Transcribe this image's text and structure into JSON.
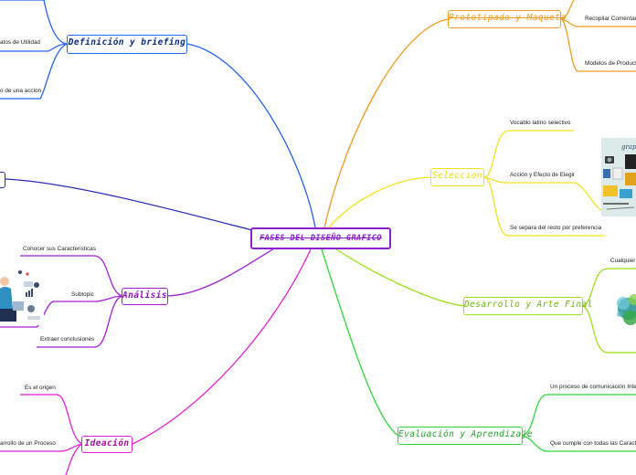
{
  "central": {
    "label": "FASES DEL DISEÑO GRAFICO",
    "color": "#8b1fc9"
  },
  "branches": {
    "definicion": {
      "label": "Definición y briefing",
      "color": "#2463eb",
      "subtopics": [
        "atos de Utilidad",
        "o de una accion"
      ]
    },
    "analisis": {
      "label": "Análisis",
      "color": "#a31fd0",
      "subtopics": [
        "Conocer sus Caracteristicas",
        "Subtopic",
        "Extraer conclusiones"
      ]
    },
    "ideacion": {
      "label": "Ideación",
      "color": "#e21fd8",
      "subtopics": [
        "Es el origen",
        "arrollo de un Proceso"
      ]
    },
    "prototipado": {
      "label": "Prototipado y Maqueta",
      "color": "#f09a1f",
      "subtopics": [
        "Recopilar Comentari",
        "Modelos de Producto"
      ]
    },
    "seleccion": {
      "label": "Seleccion",
      "color": "#f2e21a",
      "subtopics": [
        "Vocablo latino selectivo",
        "Acción y Efecto de Elegir",
        "Se separa del resto por preferencia"
      ]
    },
    "desarrollo": {
      "label": "Desarrollo y Arte Final",
      "color": "#9be21a",
      "subtopics": [
        "Cualquier"
      ]
    },
    "evaluacion": {
      "label": "Evaluación y Aprendizaje",
      "color": "#2ed63a",
      "subtopics": [
        "Un proceso de comunicación Inter",
        "Que cumple con todas las Caracte"
      ]
    },
    "offscreen": {
      "color": "#2a2fb5"
    }
  },
  "icons": [
    "analysis-illustration",
    "graphic-design-tools-illustration",
    "watercolor-splash-illustration"
  ]
}
